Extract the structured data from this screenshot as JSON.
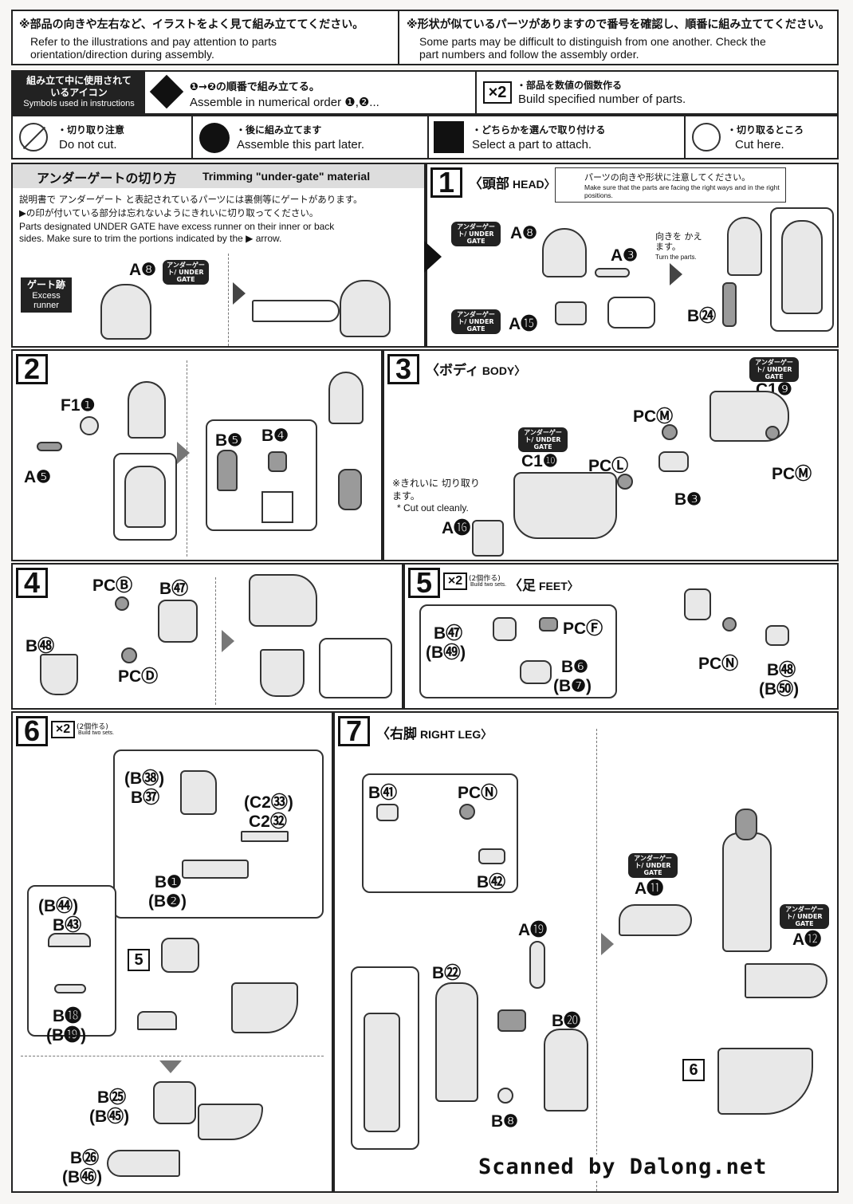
{
  "header": {
    "left_jp": "※部品の向きや左右など、イラストをよく見て組み立ててください。",
    "left_en": "Refer to the illustrations and pay attention to parts orientation/direction during assembly.",
    "right_jp": "※形状が似ているパーツがありますので番号を確認し、順番に組み立ててください。",
    "right_en": "Some parts may be difficult to distinguish from one another. Check the part numbers and follow the assembly order."
  },
  "symbols": {
    "title_jp": "組み立て中に使用されているアイコン",
    "title_en": "Symbols used in instructions",
    "order_jp": "❶→❷の順番で組み立てる。",
    "order_en": "Assemble in numerical order ❶,❷...",
    "multi_icon": "×2",
    "multi_jp": "・部品を数値の個数作る",
    "multi_en": "Build specified number of parts.",
    "nocut_jp": "・切り取り注意",
    "nocut_en": "Do not cut.",
    "later_jp": "・後に組み立てます",
    "later_en": "Assemble this part later.",
    "select_jp": "・どちらかを選んで取り付ける",
    "select_en": "Select a part to attach.",
    "cut_jp": "・切り取るところ",
    "cut_en": "Cut here."
  },
  "undergate": {
    "title_jp": "アンダーゲートの切り方",
    "title_en": "Trimming \"under-gate\" material",
    "text_jp_1": "説明書で アンダーゲート と表記されているパーツには裏側等にゲートがあります。",
    "text_jp_2": "▶の印が付いている部分は忘れないようにきれいに切り取ってください。",
    "text_en_1": "Parts designated  UNDER GATE  have excess runner on their inner or back",
    "text_en_2": "sides. Make sure to trim the portions indicated by the ▶ arrow.",
    "excess_jp": "ゲート跡",
    "excess_en": "Excess runner",
    "part": "A❽",
    "badge": "アンダーゲート/ UNDER GATE"
  },
  "step1": {
    "num": "1",
    "title_jp": "〈頭部",
    "title_en": "HEAD〉",
    "note_jp": "パーツの向きや形状に注意してください。",
    "note_en": "Make sure that the parts are facing the right ways and in the right positions.",
    "turn_jp": "向きを かえます。",
    "turn_en": "Turn the parts.",
    "p1": "A❽",
    "p2": "A❸",
    "p3": "A⓯",
    "p4": "B㉔",
    "badge": "アンダーゲート/ UNDER GATE"
  },
  "step2": {
    "num": "2",
    "p1": "F1❶",
    "p2": "A❺",
    "p3": "B❺",
    "p4": "B❹"
  },
  "step3": {
    "num": "3",
    "title_jp": "〈ボディ",
    "title_en": "BODY〉",
    "p1": "C1❾",
    "p2": "PCⓂ",
    "p3": "C1❿",
    "p4": "PCⓁ",
    "p5": "PCⓂ",
    "p6": "B❸",
    "p7": "A⓰",
    "cut_jp": "※きれいに 切り取ります。",
    "cut_en": "* Cut out cleanly.",
    "badge": "アンダーゲート/ UNDER GATE"
  },
  "step4": {
    "num": "4",
    "p1": "PCⒷ",
    "p2": "B㊼",
    "p3": "B㊽",
    "p4": "PCⒹ"
  },
  "step5": {
    "num": "5",
    "x2": "×2",
    "x2_jp": "(2個作る)",
    "x2_en": "Build two sets.",
    "title_jp": "〈足",
    "title_en": "FEET〉",
    "p1": "B㊼",
    "p1b": "(B㊾)",
    "p2": "PCⒻ",
    "p3": "B❻",
    "p3b": "(B❼)",
    "p4": "PCⓃ",
    "p5": "B㊽",
    "p5b": "(B㊿)"
  },
  "step6": {
    "num": "6",
    "x2": "×2",
    "x2_jp": "(2個作る)",
    "x2_en": "Build two sets.",
    "p1": "(B㊳)",
    "p1b": "B㊲",
    "p2": "(C2㉝)",
    "p2b": "C2㉜",
    "p3": "B❶",
    "p3b": "(B❷)",
    "p4": "(B㊹)",
    "p4b": "B㊸",
    "p5": "B⓲",
    "p5b": "(B⓳)",
    "p6": "B㉕",
    "p6b": "(B㊺)",
    "p7": "B㉖",
    "p7b": "(B㊻)",
    "sub": "5"
  },
  "step7": {
    "num": "7",
    "title_jp": "〈右脚",
    "title_en": "RIGHT LEG〉",
    "p1": "B㊶",
    "p2": "PCⓃ",
    "p3": "B㊷",
    "p4": "A⓳",
    "p5": "B㉒",
    "p6": "B⓴",
    "p7": "B❽",
    "p8": "A⓫",
    "p9": "A⓬",
    "sub": "6",
    "badge": "アンダーゲート/ UNDER GATE"
  },
  "footer": {
    "credit": "Scanned by Dalong.net"
  },
  "colors": {
    "ink": "#111111",
    "paper": "#ffffff",
    "part_fill": "#e8e8e8",
    "dark_fill": "#9a9a9a"
  }
}
